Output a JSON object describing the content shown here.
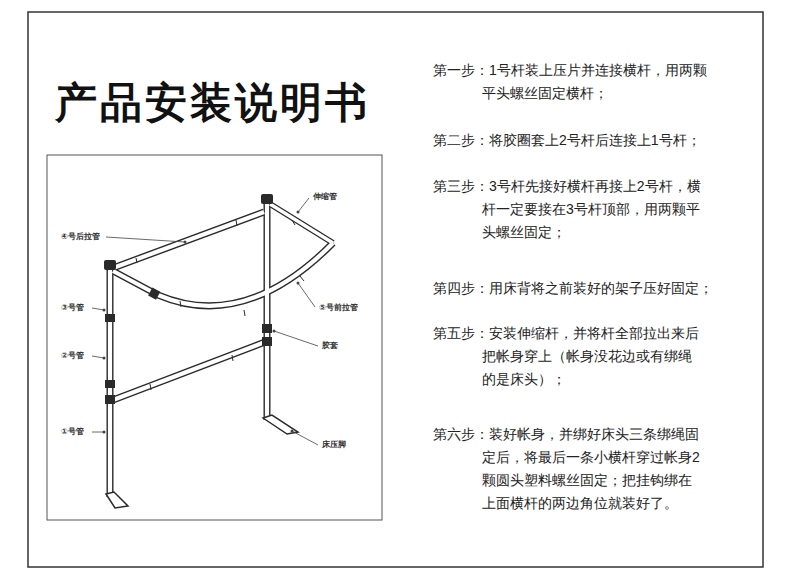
{
  "diagram": {
    "title": "产品安装说明书",
    "labels": [
      "第一步：1号杆装上压片并连接横杆，用两颗 平头螺丝固定横杆；",
      "第二步：将胶圈套上2号杆后连接上1号杆；",
      "第三步：3号杆先接好横杆再接上2号杆，横 杆一定要接在3号杆顶部，用两颗平 头螺丝固定；",
      "第四步：用床背将之前装好的架子压好固定；",
      "第五步：安装伸缩杆，并将杆全部拉出来后 把帐身穿上（帐身没花边或有绑绳 的是床头）；",
      "第六步：装好帐身，并绑好床头三条绑绳固 定后，将最后一条小横杆穿过帐身2 颗圆头塑料螺丝固定；把挂钩绑在 上面横杆的两边角位就装好了。",
      "伸缩管",
      "④号后拉管",
      "③号管",
      "⑤号前拉管",
      "②号管",
      "胶套",
      "①号管",
      "床压脚"
    ]
  }
}
